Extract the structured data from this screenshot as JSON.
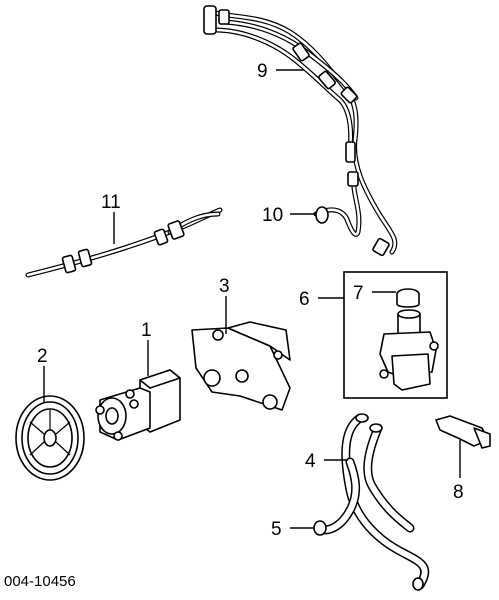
{
  "diagram": {
    "callouts": {
      "c1": "1",
      "c2": "2",
      "c3": "3",
      "c4": "4",
      "c5": "5",
      "c6": "6",
      "c7": "7",
      "c8": "8",
      "c9": "9",
      "c10": "10",
      "c11": "11"
    },
    "figure_code": "004-10456"
  }
}
